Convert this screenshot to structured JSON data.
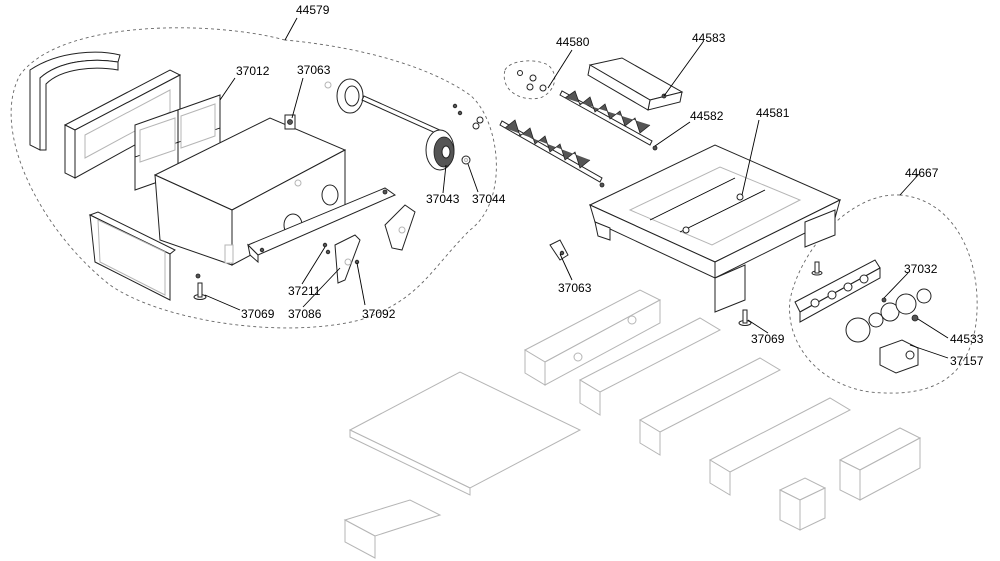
{
  "diagram": {
    "type": "exploded-parts-view",
    "callouts": {
      "c44579": "44579",
      "c37012": "37012",
      "c37063a": "37063",
      "c37043": "37043",
      "c37044": "37044",
      "c37211": "37211",
      "c37086": "37086",
      "c37092": "37092",
      "c37069a": "37069",
      "c44580": "44580",
      "c44583": "44583",
      "c44582": "44582",
      "c44581": "44581",
      "c37063b": "37063",
      "c37069b": "37069",
      "c44667": "44667",
      "c37032": "37032",
      "c44533": "44533",
      "c37157": "37157"
    }
  }
}
